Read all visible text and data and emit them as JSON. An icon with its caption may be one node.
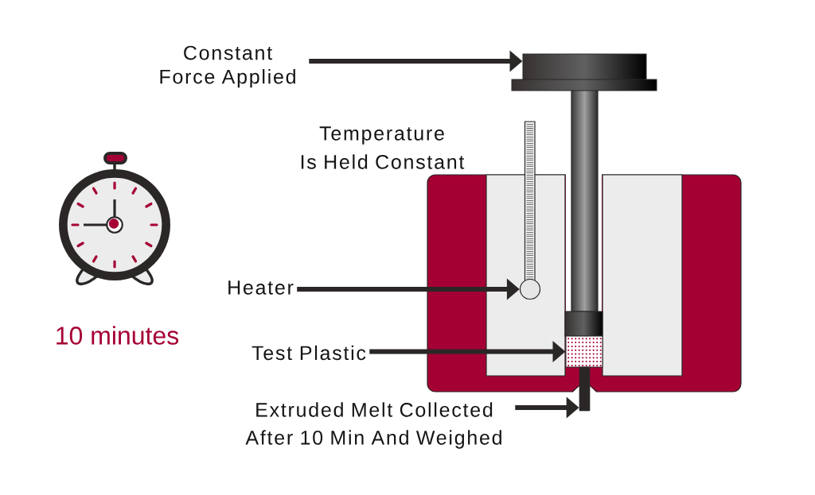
{
  "diagram": {
    "nodes": [
      {
        "text": [
          "Constant Force Applied"
        ]
      },
      {
        "text": [],
        "shape": "box"
      },
      {
        "text": [
          "Heater"
        ]
      },
      {
        "text": [],
        "shape": "circle"
      },
      {
        "text": [
          "Test Plastic"
        ]
      },
      {
        "text": [],
        "shape": "box"
      },
      {
        "text": [
          "Extruded Melt Collected After 10 Min And Weighed"
        ]
      },
      {
        "text": [],
        "shape": "bar"
      }
    ],
    "edges": [
      {
        "from": 0,
        "to": 1,
        "arrow": "to"
      },
      {
        "from": 2,
        "to": 3,
        "arrow": "to"
      },
      {
        "from": 4,
        "to": 5,
        "arrow": "to"
      },
      {
        "from": 6,
        "to": 7,
        "arrow": "to"
      }
    ],
    "labels": [
      "Temperature Is Held Constant",
      "10 minutes"
    ]
  }
}
